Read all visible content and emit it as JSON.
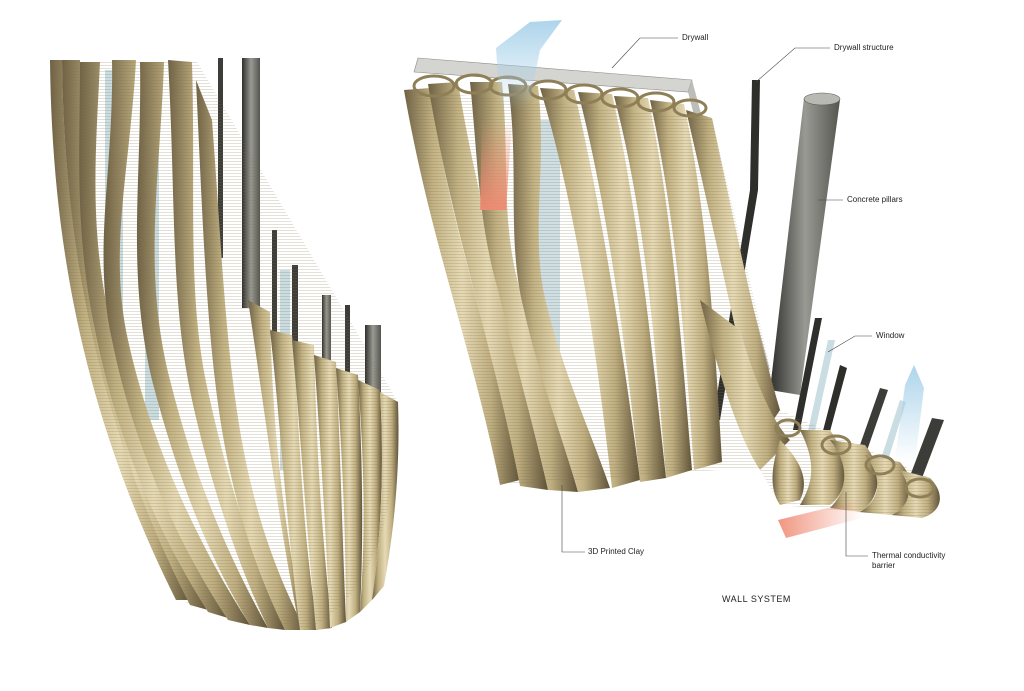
{
  "diagram": {
    "title": "WALL SYSTEM",
    "labels": {
      "drywall": "Drywall",
      "drywall_structure": "Drywall structure",
      "concrete_pillars": "Concrete pillars",
      "window": "Window",
      "printed_clay": "3D Printed Clay",
      "thermal_barrier_line1": "Thermal  conductivity",
      "thermal_barrier_line2": "barrier"
    }
  },
  "colors": {
    "clay_light": "#e3d6ae",
    "clay_mid": "#c8b88a",
    "clay_dark": "#8f7f57",
    "clay_shadow": "#5e5238",
    "glass": "#c9dde2",
    "concrete": "#8c8c86",
    "concrete_dark": "#3c3c38",
    "drywall": "#cfcfcb",
    "airflow_warm": "#ef8a72",
    "airflow_cool": "#a9d2ea",
    "leader_line": "#444444"
  }
}
